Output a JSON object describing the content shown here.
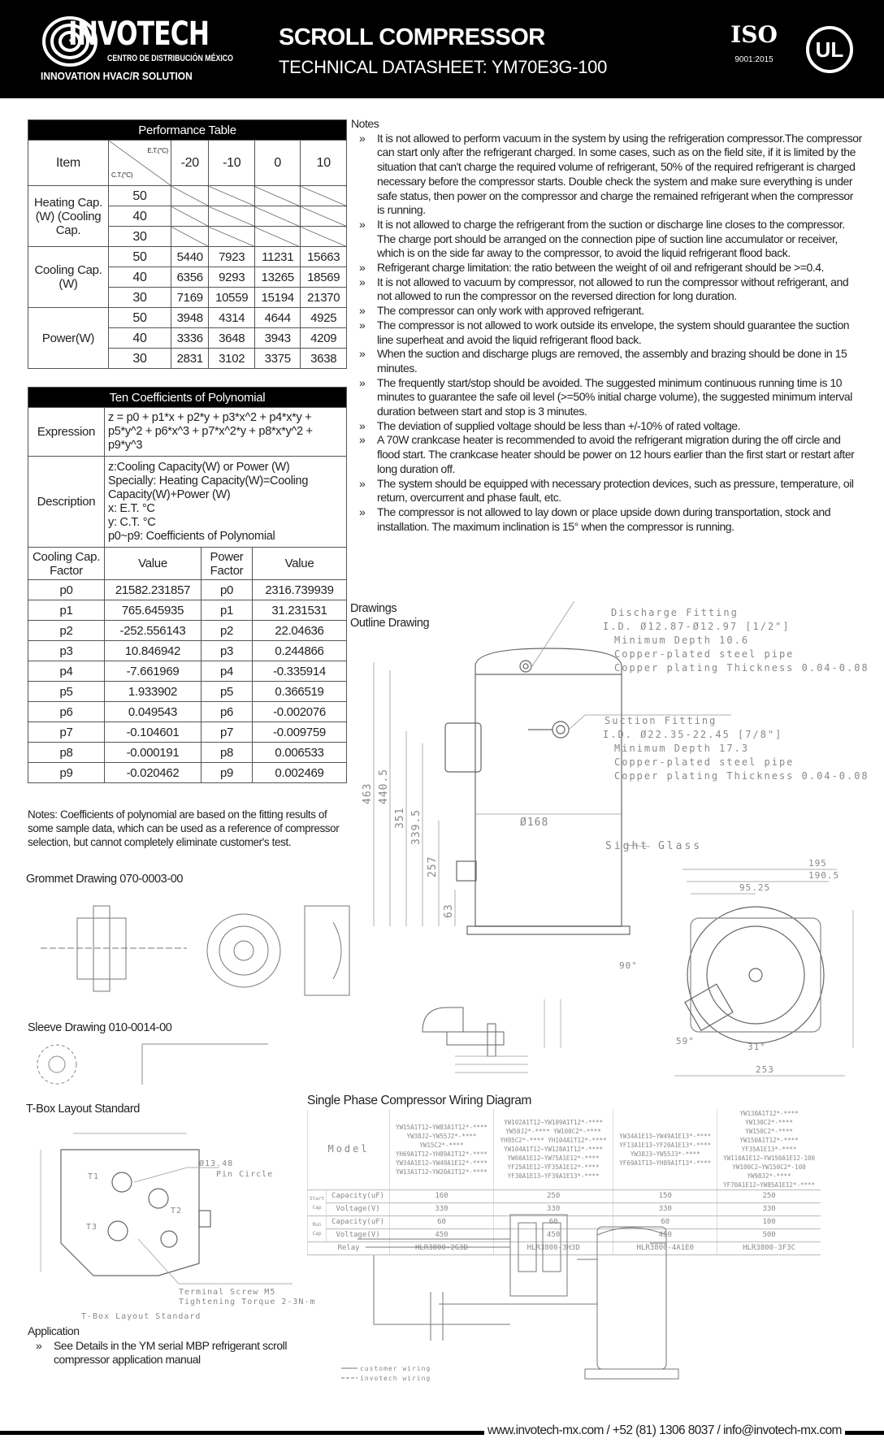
{
  "header": {
    "brand": "INVOTECH",
    "brand_sub": "CENTRO DE DISTRIBUCIÓN MÉXICO",
    "tagline": "INNOVATION HVAC/R SOLUTION",
    "title": "SCROLL COMPRESSOR",
    "subtitle": "TECHNICAL DATASHEET: YM70E3G-100",
    "iso_label": "ISO",
    "iso_std": "9001:2015",
    "ul_label": "UL"
  },
  "performance": {
    "title": "Performance Table",
    "item_label": "Item",
    "et_label": "E.T.(°C)",
    "ct_label": "C.T.(°C)",
    "et_values": [
      "-20",
      "-10",
      "0",
      "10"
    ],
    "groups": [
      {
        "label": "Heating Cap.(W) (Cooling Cap.",
        "rows": [
          {
            "ct": "50",
            "values": [
              "",
              "",
              "",
              ""
            ]
          },
          {
            "ct": "40",
            "values": [
              "",
              "",
              "",
              ""
            ]
          },
          {
            "ct": "30",
            "values": [
              "",
              "",
              "",
              ""
            ]
          }
        ]
      },
      {
        "label": "Cooling Cap. (W)",
        "rows": [
          {
            "ct": "50",
            "values": [
              "5440",
              "7923",
              "11231",
              "15663"
            ]
          },
          {
            "ct": "40",
            "values": [
              "6356",
              "9293",
              "13265",
              "18569"
            ]
          },
          {
            "ct": "30",
            "values": [
              "7169",
              "10559",
              "15194",
              "21370"
            ]
          }
        ]
      },
      {
        "label": "Power(W)",
        "rows": [
          {
            "ct": "50",
            "values": [
              "3948",
              "4314",
              "4644",
              "4925"
            ]
          },
          {
            "ct": "40",
            "values": [
              "3336",
              "3648",
              "3943",
              "4209"
            ]
          },
          {
            "ct": "30",
            "values": [
              "2831",
              "3102",
              "3375",
              "3638"
            ]
          }
        ]
      }
    ]
  },
  "coefficients": {
    "title": "Ten Coefficients of Polynomial",
    "expression_label": "Expression",
    "expression": "z = p0 + p1*x + p2*y + p3*x^2 + p4*x*y + p5*y^2 + p6*x^3 + p7*x^2*y + p8*x*y^2 + p9*y^3",
    "description_label": "Description",
    "description": [
      "z:Cooling Capacity(W) or Power (W)",
      "Specially: Heating Capacity(W)=Cooling Capacity(W)+Power (W)",
      "x: E.T. °C",
      "y: C.T. °C",
      "p0~p9: Coefficients of Polynomial"
    ],
    "col_cooling": "Cooling Cap. Factor",
    "col_value": "Value",
    "col_power": "Power Factor",
    "col_value2": "Value",
    "rows": [
      {
        "p": "p0",
        "cool": "21582.231857",
        "pow": "2316.739939"
      },
      {
        "p": "p1",
        "cool": "765.645935",
        "pow": "31.231531"
      },
      {
        "p": "p2",
        "cool": "-252.556143",
        "pow": "22.04636"
      },
      {
        "p": "p3",
        "cool": "10.846942",
        "pow": "0.244866"
      },
      {
        "p": "p4",
        "cool": "-7.661969",
        "pow": "-0.335914"
      },
      {
        "p": "p5",
        "cool": "1.933902",
        "pow": "0.366519"
      },
      {
        "p": "p6",
        "cool": "0.049543",
        "pow": "-0.002076"
      },
      {
        "p": "p7",
        "cool": "-0.104601",
        "pow": "-0.009759"
      },
      {
        "p": "p8",
        "cool": "-0.000191",
        "pow": "0.006533"
      },
      {
        "p": "p9",
        "cool": "-0.020462",
        "pow": "0.002469"
      }
    ],
    "note": "Notes: Coefficients of polynomial are based on the fitting results of some sample data, which can be used as a reference of compressor selection, but cannot completely eliminate customer's test."
  },
  "notes": {
    "title": "Notes",
    "items": [
      "It is not allowed to perform vacuum in the system by using the refrigeration compressor.The compressor can start only after the refrigerant charged. In some cases, such as on the field site, if it is limited by the situation that can't charge the required volume of refrigerant, 50% of the required refrigerant is charged necessary before the compressor starts. Double check the system and make sure everything is under safe status, then power on the compressor and charge the remained refrigerant when the compressor is running.",
      "It is not allowed to charge the refrigerant from the suction or discharge line closes to the compressor. The charge port should be arranged on the connection pipe of suction line accumulator or receiver, which is on the side far away to the compressor, to avoid the liquid refrigerant flood back.",
      "Refrigerant charge limitation: the ratio between the weight of oil and refrigerant should be >=0.4.",
      "It is not allowed to vacuum by compressor, not allowed to run the compressor without refrigerant, and not allowed to run the compressor on the reversed direction for long duration.",
      "The compressor can only work with approved refrigerant.",
      "The compressor is not allowed to work outside its envelope, the system should guarantee the suction line superheat and avoid the liquid refrigerant flood back.",
      "When the suction and discharge plugs are removed, the assembly and brazing should be done in 15 minutes.",
      "The frequently start/stop should be avoided. The suggested minimum continuous running time is 10 minutes to guarantee the safe oil level (>=50% initial charge volume), the suggested minimum interval duration between start and stop is 3 minutes.",
      "The deviation of supplied voltage should be less than +/-10% of rated voltage.",
      "A 70W crankcase heater is recommended to avoid the refrigerant migration during the off circle and flood start. The crankcase heater should be power on 12 hours earlier than the first start or restart after long duration off.",
      "The system should be equipped with necessary protection devices, such as pressure, temperature, oil return, overcurrent and phase fault, etc.",
      "The compressor is not allowed to lay down or place upside down during transportation, stock and installation. The maximum inclination is 15° when the compressor is running."
    ]
  },
  "drawings": {
    "title": "Drawings",
    "outline_title": "Outline Drawing",
    "discharge": [
      "Discharge Fitting",
      "I.D. Ø12.87-Ø12.97 [1/2\"]",
      "Minimum Depth 10.6",
      "Copper-plated steel pipe",
      "Copper plating Thickness 0.04-0.08"
    ],
    "suction": [
      "Suction Fitting",
      "I.D. Ø22.35-22.45 [7/8\"]",
      "Minimum Depth 17.3",
      "Copper-plated steel pipe",
      "Copper plating Thickness 0.04-0.08"
    ],
    "sight_glass": "Sight Glass",
    "diameter": "Ø168",
    "heights": [
      "463",
      "440.5",
      "351",
      "339.5",
      "257",
      "63"
    ],
    "top_dims": [
      "195",
      "190.5",
      "95.25",
      "253",
      "59°",
      "31°",
      "90°"
    ],
    "grommet_title": "Grommet Drawing 070-0003-00",
    "sleeve_title": "Sleeve Drawing 010-0014-00",
    "tbox_title": "T-Box Layout Standard",
    "tbox_labels": [
      "T1",
      "T2",
      "T3",
      "Ø13.48",
      "Pin Circle",
      "Terminal Screw M5",
      "Tightening Torque 2-3N·m",
      "T-Box Layout Standard"
    ]
  },
  "wiring": {
    "title": "Single Phase Compressor Wiring Diagram",
    "model_label": "Model",
    "start_cap": "Start Cap",
    "run_cap": "Run Cap",
    "capacity_label": "Capacity(uF)",
    "voltage_label": "Voltage(V)",
    "relay_label": "Relay",
    "columns": [
      {
        "models": [
          "YW15A1T12~YW83A1T12*-****",
          "YW38J2~YW55J2*-****",
          "YW15C2*-****",
          "YH69A1T12~YH89A1T12*-****",
          "YW34A1E12~YW49A1E12*-****",
          "YW13A1T12~YW20A1T12*-****"
        ],
        "start_cap": "160",
        "start_v": "330",
        "run_cap": "60",
        "run_v": "450",
        "relay": "HLR3800-2G3D"
      },
      {
        "models": [
          "YW102A1T12~YW109A1T12*-****",
          "YW50J2*-**** YW100C2*-****",
          "YH95C2*-**** YH104A1T12*-****",
          "YW104A1T12~YW128A1T12*-****",
          "YW60A1E12~YW75A1E12*-****",
          "YF25A1E12~YF35A1E12*-****",
          "YF30A1E13~YF39A1E13*-****"
        ],
        "start_cap": "250",
        "start_v": "330",
        "run_cap": "60",
        "run_v": "450",
        "relay": "HLR3800-3H3D"
      },
      {
        "models": [
          "YW34A1E13~YW49A1E13*-****",
          "YF13A1E13~YF20A1E13*-****",
          "YW38J3~YW55J3*-****",
          "YF69A1T13~YH89A1T13*-****"
        ],
        "start_cap": "150",
        "start_v": "330",
        "run_cap": "60",
        "run_v": "450",
        "relay": "HLR3800-4A1E0"
      },
      {
        "models": [
          "YW130A1T12*-****",
          "YW130C2*-****",
          "YW150C2*-****",
          "YW150A1T12*-****",
          "YF35A1E13*-****",
          "YW110A1E12~YW150A1E12-100",
          "YW100C2~YW150C2*-100",
          "YW98J2*-****",
          "YF70A1E12~YW85A1E12*-****"
        ],
        "start_cap": "250",
        "start_v": "330",
        "run_cap": "100",
        "run_v": "500",
        "relay": "HLR3800-3F3C"
      }
    ],
    "legend": [
      "customer wiring",
      "invotech wiring"
    ]
  },
  "application": {
    "title": "Application",
    "items": [
      "See Details in the YM serial MBP refrigerant scroll compressor application manual"
    ]
  },
  "footer": {
    "contact": "www.invotech-mx.com / +52 (81) 1306 8037 / info@invotech-mx.com"
  }
}
